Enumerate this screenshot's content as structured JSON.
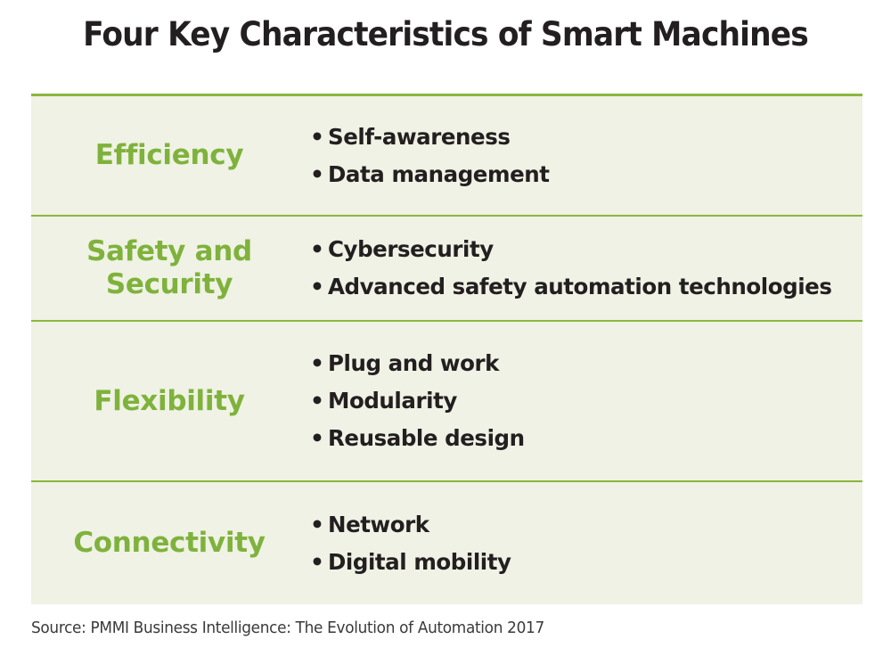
{
  "title": "Four Key Characteristics of Smart Machines",
  "colors": {
    "panel_background": "#EFF2E4",
    "divider_green": "#8BB63D",
    "label_green": "#7FB23C",
    "text_dark": "#231F20",
    "source_text": "#3A3A3A",
    "page_background": "#FFFFFF"
  },
  "table": {
    "rows": [
      {
        "label": "Efficiency",
        "items": [
          "Self-awareness",
          "Data management"
        ]
      },
      {
        "label": "Safety and Security",
        "items": [
          "Cybersecurity",
          "Advanced safety automation technologies"
        ]
      },
      {
        "label": "Flexibility",
        "items": [
          "Plug and work",
          "Modularity",
          "Reusable design"
        ]
      },
      {
        "label": "Connectivity",
        "items": [
          "Network",
          "Digital mobility"
        ]
      }
    ]
  },
  "bullet_glyph": "•",
  "source": "Source: PMMI Business Intelligence: The Evolution of Automation 2017"
}
